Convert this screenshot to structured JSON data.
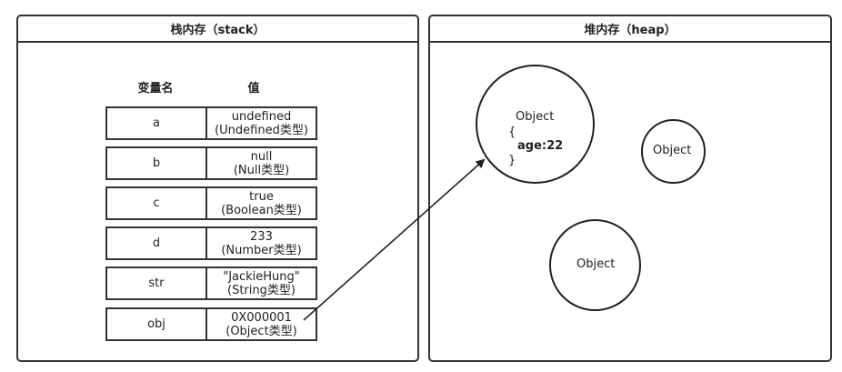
{
  "stack": {
    "title": "栈内存（stack）",
    "col_name": "变量名",
    "col_value": "值",
    "rows": [
      {
        "name": "a",
        "value": "undefined",
        "type": "(Undefined类型)"
      },
      {
        "name": "b",
        "value": "null",
        "type": "(Null类型)"
      },
      {
        "name": "c",
        "value": "true",
        "type": "(Boolean类型)"
      },
      {
        "name": "d",
        "value": "233",
        "type": "(Number类型)"
      },
      {
        "name": "str",
        "value": "\"JackieHung\"",
        "type": "(String类型)"
      },
      {
        "name": "obj",
        "value": "0X000001",
        "type": "(Object类型)"
      }
    ]
  },
  "heap": {
    "title": "堆内存（heap）",
    "objects": [
      {
        "label": "Object",
        "open_brace": "{",
        "prop": "age:22",
        "close_brace": "}"
      },
      {
        "label": "Object"
      },
      {
        "label": "Object"
      }
    ]
  }
}
